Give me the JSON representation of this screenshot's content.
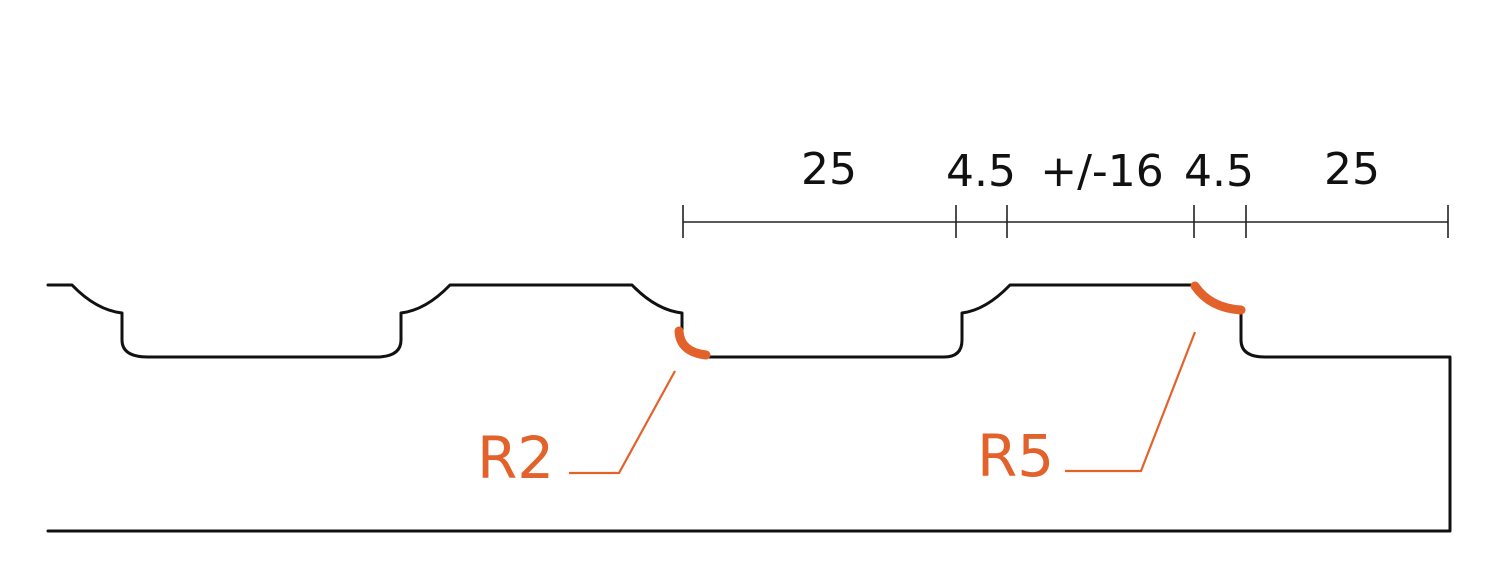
{
  "dimensions": {
    "labels": [
      "25",
      "4.5",
      "+/-16",
      "4.5",
      "25"
    ]
  },
  "radii": {
    "small": {
      "label": "R2"
    },
    "large": {
      "label": "R5"
    }
  },
  "colors": {
    "outline": "#111111",
    "accent": "#e3622b",
    "background": "#ffffff"
  }
}
